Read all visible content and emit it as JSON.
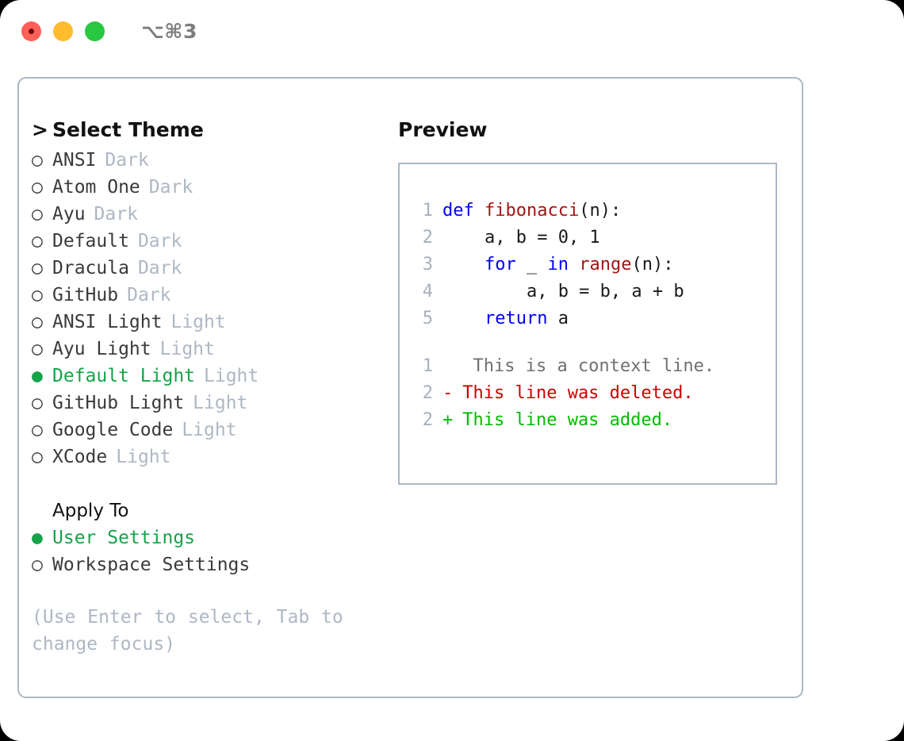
{
  "window": {
    "title": "⌥⌘3",
    "traffic_lights": [
      "close",
      "minimize",
      "maximize"
    ]
  },
  "theme_list": {
    "header": "Select Theme",
    "caret": ">",
    "bullet_selected": "●",
    "bullet_unselected": "○",
    "items": [
      {
        "name": "ANSI",
        "tag": "Dark",
        "selected": false
      },
      {
        "name": "Atom One",
        "tag": "Dark",
        "selected": false
      },
      {
        "name": "Ayu",
        "tag": "Dark",
        "selected": false
      },
      {
        "name": "Default",
        "tag": "Dark",
        "selected": false
      },
      {
        "name": "Dracula",
        "tag": "Dark",
        "selected": false
      },
      {
        "name": "GitHub",
        "tag": "Dark",
        "selected": false
      },
      {
        "name": "ANSI Light",
        "tag": "Light",
        "selected": false
      },
      {
        "name": "Ayu Light",
        "tag": "Light",
        "selected": false
      },
      {
        "name": "Default Light",
        "tag": "Light",
        "selected": true
      },
      {
        "name": "GitHub Light",
        "tag": "Light",
        "selected": false
      },
      {
        "name": "Google Code",
        "tag": "Light",
        "selected": false
      },
      {
        "name": "XCode",
        "tag": "Light",
        "selected": false
      }
    ]
  },
  "apply_to": {
    "label": "Apply To",
    "options": [
      {
        "name": "User Settings",
        "selected": true
      },
      {
        "name": "Workspace Settings",
        "selected": false
      }
    ]
  },
  "hint": "(Use Enter to select, Tab to change focus)",
  "preview": {
    "title": "Preview",
    "code_lines": [
      {
        "lineno": "1",
        "tokens": [
          {
            "t": "def ",
            "c": "kw"
          },
          {
            "t": "fibonacci",
            "c": "fn"
          },
          {
            "t": "(n):",
            "c": "pl"
          }
        ]
      },
      {
        "lineno": "2",
        "tokens": [
          {
            "t": "    a, b = 0, 1",
            "c": "pl"
          }
        ]
      },
      {
        "lineno": "3",
        "tokens": [
          {
            "t": "    ",
            "c": "pl"
          },
          {
            "t": "for",
            "c": "kw"
          },
          {
            "t": " _ ",
            "c": "pl"
          },
          {
            "t": "in",
            "c": "kw"
          },
          {
            "t": " ",
            "c": "pl"
          },
          {
            "t": "range",
            "c": "fn"
          },
          {
            "t": "(n):",
            "c": "pl"
          }
        ]
      },
      {
        "lineno": "4",
        "tokens": [
          {
            "t": "        a, b = b, a + b",
            "c": "pl"
          }
        ]
      },
      {
        "lineno": "5",
        "tokens": [
          {
            "t": "    ",
            "c": "pl"
          },
          {
            "t": "return",
            "c": "kw"
          },
          {
            "t": " a",
            "c": "pl"
          }
        ]
      }
    ],
    "diff_lines": [
      {
        "lineno": "1",
        "marker": " ",
        "text": "  This is a context line.",
        "kind": "ctx"
      },
      {
        "lineno": "2",
        "marker": "-",
        "text": " This line was deleted.",
        "kind": "del"
      },
      {
        "lineno": "2",
        "marker": "+",
        "text": " This line was added.",
        "kind": "add"
      }
    ]
  },
  "colors": {
    "accent_green": "#16a34a",
    "muted": "#aeb7c4",
    "keyword_blue": "#0000ee",
    "function_red": "#a31515",
    "diff_delete": "#cc0000",
    "diff_add": "#00bb00",
    "border": "#aeb7c4",
    "traffic_close": "#ff5f57",
    "traffic_min": "#febc2e",
    "traffic_max": "#28c840"
  }
}
